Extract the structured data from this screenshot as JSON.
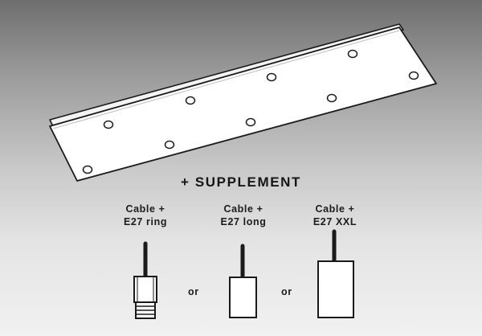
{
  "headline": "+ SUPPLEMENT",
  "options": [
    {
      "line1": "Cable +",
      "line2": "E27 ring",
      "icon": "cable-e27-ring-icon"
    },
    {
      "line1": "Cable +",
      "line2": "E27 long",
      "icon": "cable-e27-long-icon"
    },
    {
      "line1": "Cable +",
      "line2": "E27 XXL",
      "icon": "cable-e27-xxl-icon"
    }
  ],
  "separators": [
    "or",
    "or"
  ],
  "colors": {
    "outline": "#1a1a1a",
    "plate_fill": "#ffffff",
    "background_top": "#6e6e6e",
    "background_bottom": "#f1f1f1"
  }
}
